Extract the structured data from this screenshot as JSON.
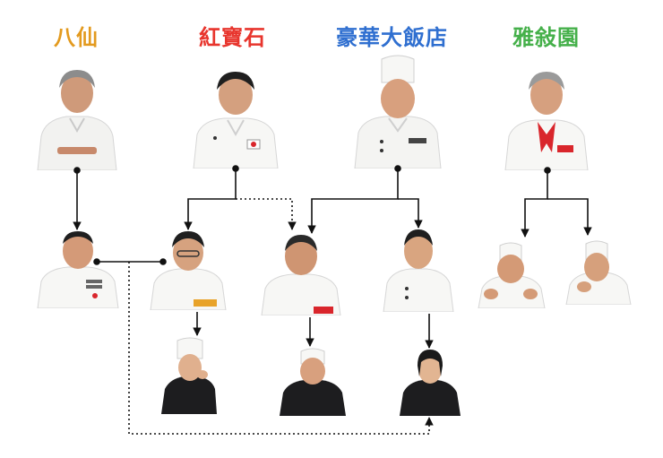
{
  "headers": [
    {
      "key": "baxian",
      "label": "八仙",
      "color": "#e39a1e"
    },
    {
      "key": "hongbao",
      "label": "紅寶石",
      "color": "#e8352d"
    },
    {
      "key": "haohua",
      "label": "豪華大飯店",
      "color": "#2f6fd0"
    },
    {
      "key": "yaxu",
      "label": "雅敍園",
      "color": "#45b04a"
    }
  ],
  "colors": {
    "line": "#111111",
    "chef_white": "#f7f7f5",
    "chef_black": "#1d1d1f",
    "skin": "#d8a07e",
    "hair_dark": "#1f1f1f",
    "hair_grey": "#8c8c8c",
    "tie_red": "#d9262c"
  },
  "icons": {
    "portrait": "chef-portrait-icon"
  }
}
